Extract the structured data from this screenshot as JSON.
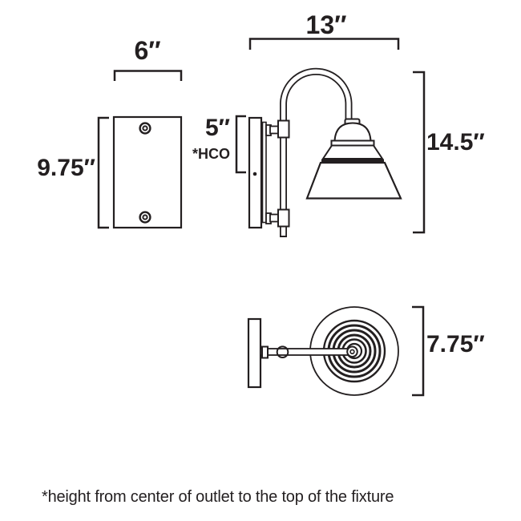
{
  "colors": {
    "line": "#231f20",
    "background": "#ffffff"
  },
  "views": {
    "front": {
      "width_label": "6″",
      "height_label": "9.75″"
    },
    "side": {
      "width_label": "13″",
      "height_label": "14.5″",
      "hco_label": "5″",
      "hco_note": "*HCO"
    },
    "top": {
      "diameter_label": "7.75″"
    }
  },
  "footnote": "*height from center of outlet to the top of the fixture"
}
